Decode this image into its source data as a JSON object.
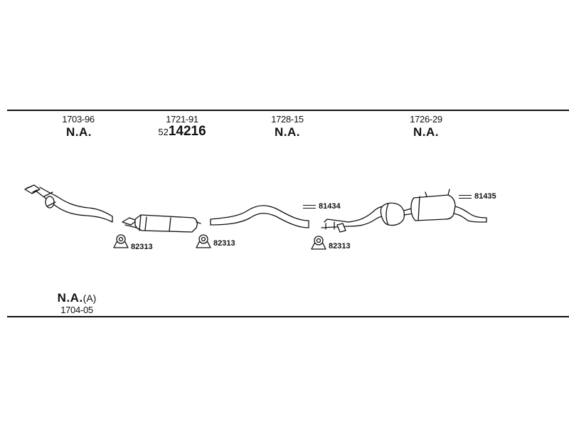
{
  "sections": [
    {
      "ref": "1703-96",
      "status": "N.A."
    },
    {
      "ref": "1721-91",
      "part_prefix": "52",
      "part_number": "14216"
    },
    {
      "ref": "1728-15",
      "status": "N.A."
    },
    {
      "ref": "1726-29",
      "status": "N.A."
    }
  ],
  "clamps": [
    "82313",
    "82313",
    "82313"
  ],
  "callouts": [
    "81434",
    "81435"
  ],
  "bottom_note": {
    "status": "N.A.",
    "qualifier": "(A)",
    "ref": "1704-05"
  }
}
